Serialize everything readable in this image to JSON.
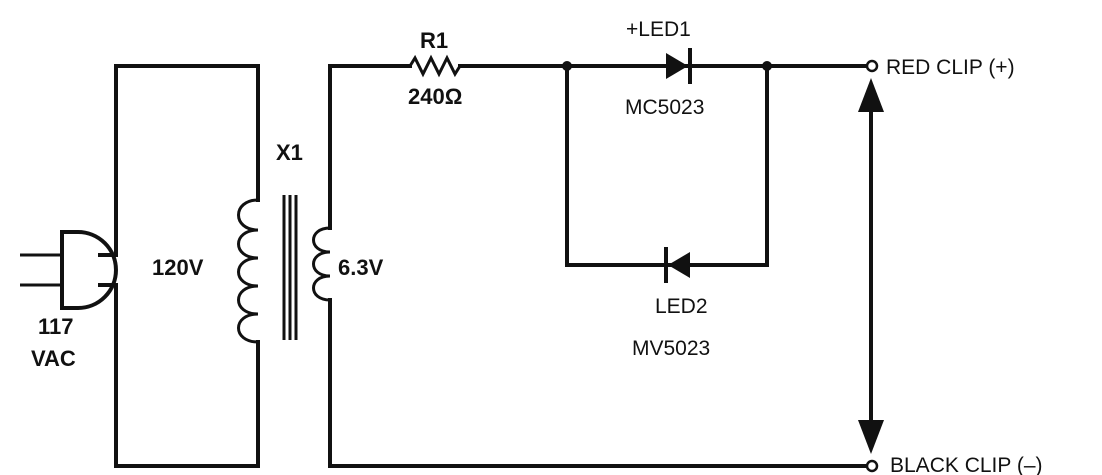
{
  "plug": {
    "label_line1": "117",
    "label_line2": "VAC"
  },
  "transformer": {
    "name": "X1",
    "primary_label": "120V",
    "secondary_label": "6.3V"
  },
  "resistor": {
    "name": "R1",
    "value": "240Ω"
  },
  "led1": {
    "name": "+LED1",
    "part": "MC5023"
  },
  "led2": {
    "name": "LED2",
    "part": "MV5023"
  },
  "outputs": {
    "red_clip": "RED CLIP (+)",
    "black_clip": "BLACK CLIP (–)"
  },
  "colors": {
    "ink": "#111111",
    "background": "#ffffff"
  }
}
